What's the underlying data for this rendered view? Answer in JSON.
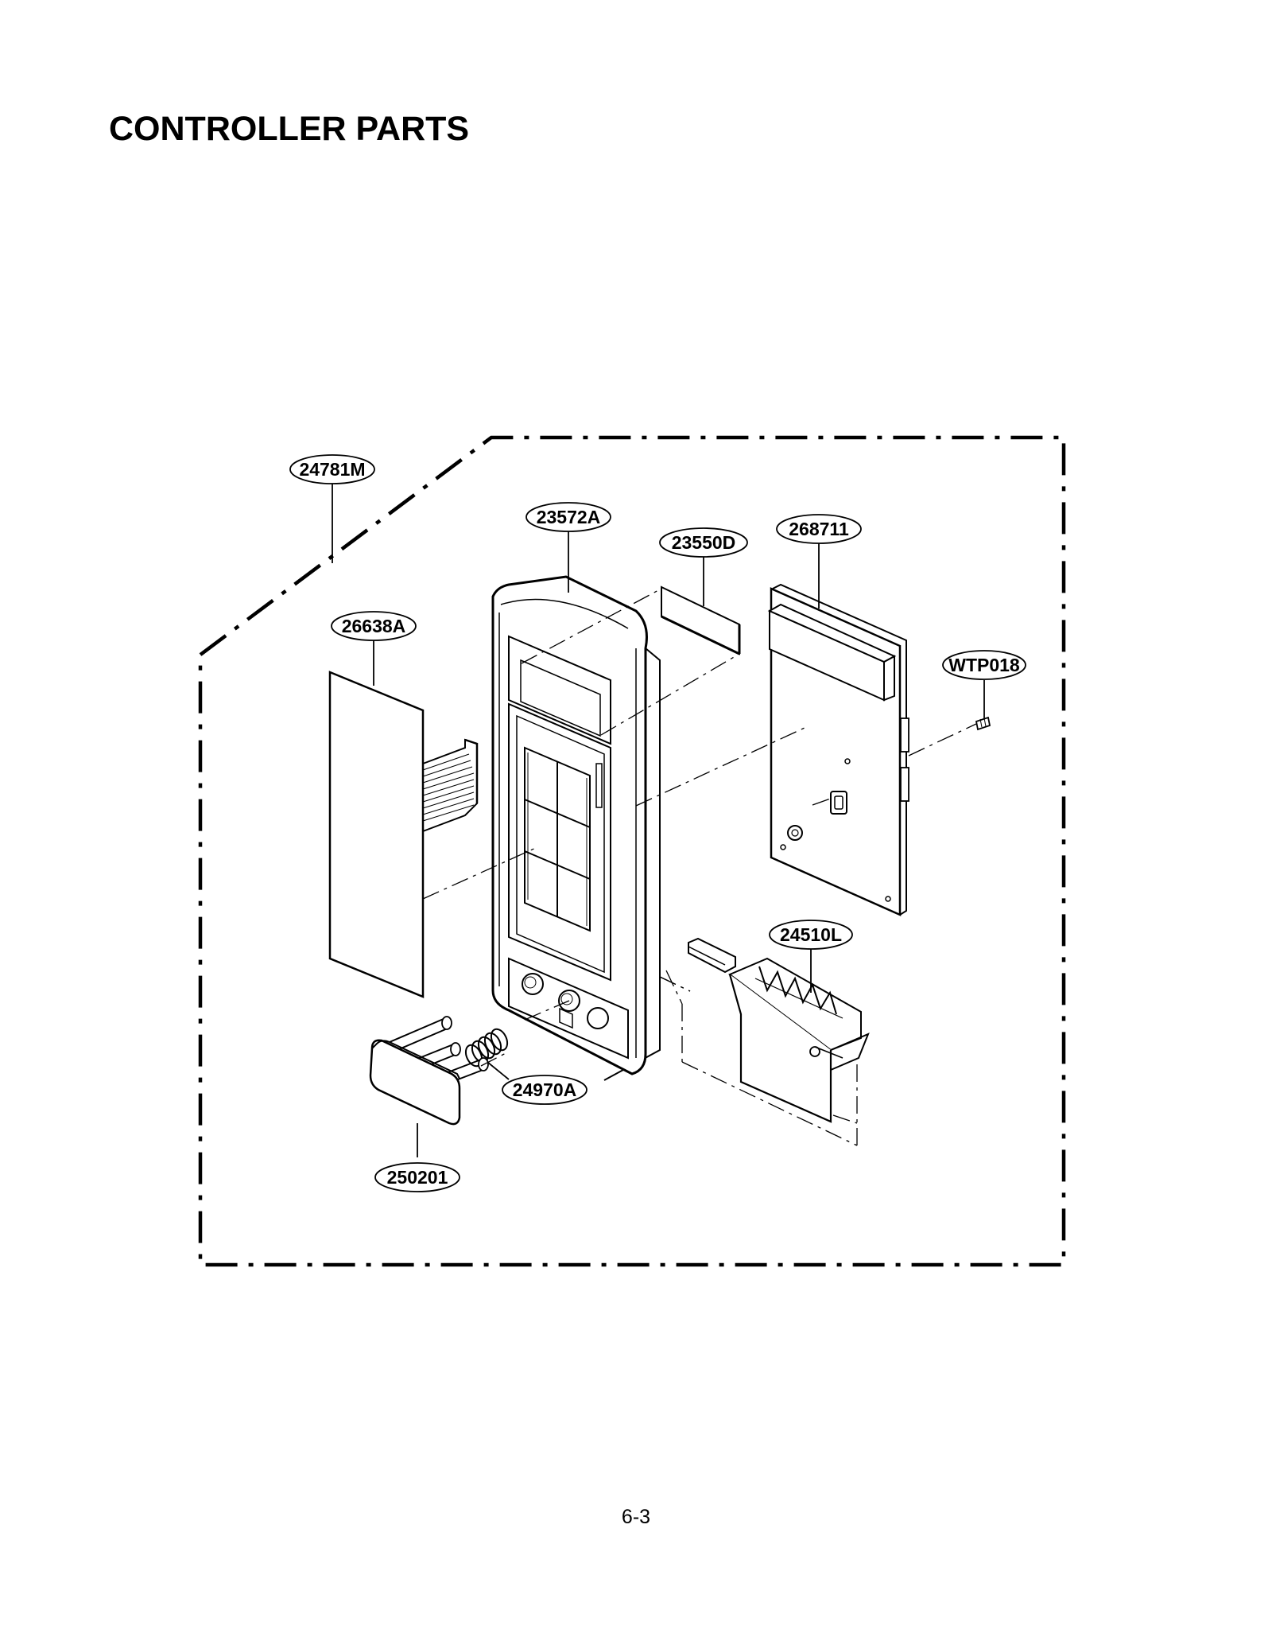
{
  "page": {
    "title": "CONTROLLER PARTS",
    "page_number": "6-3"
  },
  "diagram": {
    "callouts": [
      "24781M",
      "23572A",
      "23550D",
      "268711",
      "26638A",
      "WTP018",
      "24510L",
      "24970A",
      "250201"
    ]
  }
}
